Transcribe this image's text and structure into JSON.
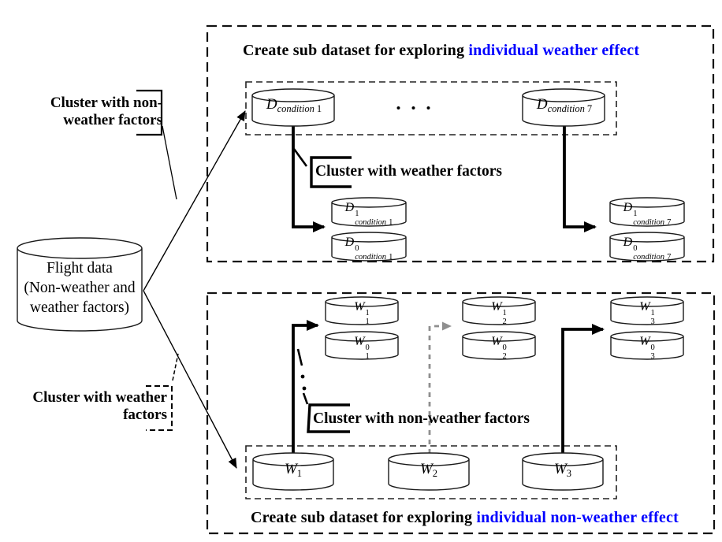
{
  "titles": {
    "top_black": "Create sub dataset for exploring ",
    "top_blue": "individual weather effect",
    "bottom_black": "Create sub dataset for exploring ",
    "bottom_blue": "individual non-weather effect"
  },
  "labels": {
    "cluster_non_weather_left": {
      "line1": "Cluster with non-",
      "line2": "weather factors"
    },
    "cluster_weather_left": {
      "line1": "Cluster with weather",
      "line2": "factors"
    },
    "cluster_weather_inner": "Cluster with weather factors",
    "cluster_non_weather_inner": "Cluster with non-weather factors",
    "ellipsis": "• • •"
  },
  "cylinders": {
    "flight": {
      "line1": "Flight data",
      "line2": "(Non-weather and",
      "line3": "weather factors)"
    },
    "d_cond_1": {
      "base": "D",
      "sub_word": "condition",
      "sub_num": "1"
    },
    "d_cond_7": {
      "base": "D",
      "sub_word": "condition",
      "sub_num": "7"
    },
    "d_cond_1_sup1": {
      "base": "D",
      "sup": "1",
      "sub_word": "condition",
      "sub_num": "1"
    },
    "d_cond_1_sup0": {
      "base": "D",
      "sup": "0",
      "sub_word": "condition",
      "sub_num": "1"
    },
    "d_cond_7_sup1": {
      "base": "D",
      "sup": "1",
      "sub_word": "condition",
      "sub_num": "7"
    },
    "d_cond_7_sup0": {
      "base": "D",
      "sup": "0",
      "sub_word": "condition",
      "sub_num": "7"
    },
    "w1": {
      "base": "W",
      "sub": "1"
    },
    "w2": {
      "base": "W",
      "sub": "2"
    },
    "w3": {
      "base": "W",
      "sub": "3"
    },
    "w1_sup1": {
      "base": "W",
      "sup": "1",
      "sub": "1"
    },
    "w1_sup0": {
      "base": "W",
      "sup": "0",
      "sub": "1"
    },
    "w2_sup1": {
      "base": "W",
      "sup": "1",
      "sub": "2"
    },
    "w2_sup0": {
      "base": "W",
      "sup": "0",
      "sub": "2"
    },
    "w3_sup1": {
      "base": "W",
      "sup": "1",
      "sub": "3"
    },
    "w3_sup0": {
      "base": "W",
      "sup": "0",
      "sub": "3"
    }
  },
  "colors": {
    "accent_blue": "#0000ff",
    "gray_dashed": "#8f8f8f",
    "line_black": "#000000"
  }
}
